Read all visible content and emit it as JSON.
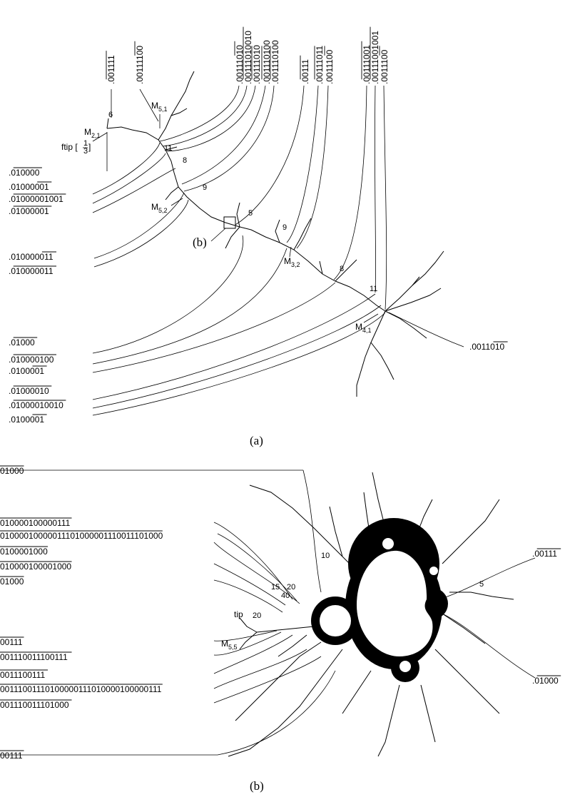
{
  "panel_a": {
    "caption": "(a)",
    "inset_label": "(b)",
    "top_labels": [
      {
        "prefix": ".",
        "over": "001111",
        "suffix": ""
      },
      {
        "prefix": ".00111",
        "over": "100",
        "suffix": ""
      },
      {
        "prefix": ".00111",
        "over": "010",
        "suffix": ""
      },
      {
        "prefix": ".",
        "over": "00111010010",
        "suffix": ""
      },
      {
        "prefix": ".",
        "over": "0011101",
        "suffix": "0"
      },
      {
        "prefix": ".",
        "over": "0011101",
        "suffix": "00"
      },
      {
        "prefix": ".",
        "over": "0011101",
        "suffix": "00"
      },
      {
        "prefix": ".",
        "over": "00111",
        "suffix": ""
      },
      {
        "prefix": ".",
        "over": "0011101",
        "suffix": "1"
      },
      {
        "prefix": ".00111",
        "over": "00",
        "suffix": ""
      },
      {
        "prefix": ".",
        "over": "00111001",
        "suffix": ""
      },
      {
        "prefix": ".",
        "over": "00111001001",
        "suffix": ""
      },
      {
        "prefix": ".00111",
        "over": "00",
        "suffix": ""
      }
    ],
    "left_labels": [
      {
        "prefix": ".",
        "over": "010000",
        "suffix": ""
      },
      {
        "prefix": ".01000",
        "over": "001",
        "suffix": ""
      },
      {
        "prefix": ".",
        "over": "01000001001",
        "suffix": ""
      },
      {
        "prefix": ".",
        "over": "01000001",
        "suffix": ""
      },
      {
        "prefix": ".010000",
        "over": "011",
        "suffix": ""
      },
      {
        "prefix": ".",
        "over": "010000011",
        "suffix": ""
      },
      {
        "prefix": ".",
        "over": "01000",
        "suffix": ""
      },
      {
        "prefix": ".",
        "over": "010000100",
        "suffix": ""
      },
      {
        "prefix": ".0100",
        "over": "001",
        "suffix": ""
      },
      {
        "prefix": ".",
        "over": "01000010",
        "suffix": ""
      },
      {
        "prefix": ".",
        "over": "01000010010",
        "suffix": ""
      },
      {
        "prefix": ".0100",
        "over": "001",
        "suffix": ""
      }
    ],
    "right_label": {
      "prefix": ".0011",
      "over": "010",
      "suffix": ""
    },
    "node_labels": {
      "m21": {
        "base": "M",
        "sub": "2,1"
      },
      "m51": {
        "base": "M",
        "sub": "5,1"
      },
      "m52": {
        "base": "M",
        "sub": "5,2"
      },
      "m32": {
        "base": "M",
        "sub": "3,2"
      },
      "m41": {
        "base": "M",
        "sub": "4,1"
      }
    },
    "ftip": {
      "text": "ftip [",
      "num": "1",
      "den": "3",
      "close": "]"
    },
    "periods": [
      "6",
      "11",
      "8",
      "9",
      "5",
      "9",
      "8",
      "11"
    ]
  },
  "panel_b": {
    "caption": "(b)",
    "left_labels": [
      {
        "prefix": "",
        "over": "01000",
        "suffix": ""
      },
      {
        "prefix": "",
        "over": "010000100000111",
        "suffix": ""
      },
      {
        "prefix": "",
        "over": "0100001000001110100000111001110100",
        "suffix": "0"
      },
      {
        "prefix": "",
        "over": "0100001000",
        "suffix": ""
      },
      {
        "prefix": "",
        "over": "010000100001000",
        "suffix": ""
      },
      {
        "prefix": "",
        "over": "01000",
        "suffix": ""
      },
      {
        "prefix": "",
        "over": "00111",
        "suffix": ""
      },
      {
        "prefix": "",
        "over": "001110011100111",
        "suffix": ""
      },
      {
        "prefix": "",
        "over": "0011100111",
        "suffix": ""
      },
      {
        "prefix": "",
        "over": "0011100111010000011101000010000011",
        "suffix": "1"
      },
      {
        "prefix": "",
        "over": "001110011101000",
        "suffix": ""
      },
      {
        "prefix": "",
        "over": "00111",
        "suffix": ""
      }
    ],
    "right_labels": [
      {
        "prefix": ".",
        "over": "00111",
        "suffix": ""
      },
      {
        "prefix": ".",
        "over": "01000",
        "suffix": ""
      }
    ],
    "node_labels": {
      "m55": {
        "base": "M",
        "sub": "5,5"
      },
      "tip": "tip"
    },
    "periods": [
      "10",
      "15",
      "20",
      "40",
      "20",
      "5"
    ]
  }
}
